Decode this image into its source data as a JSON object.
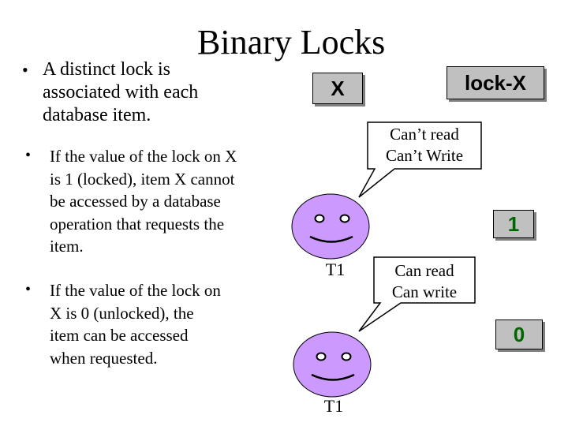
{
  "title": "Binary Locks",
  "bullets": {
    "main": [
      "A distinct lock is",
      "associated with each",
      "database item."
    ],
    "sub1": [
      "If the value of the lock on X",
      "is 1 (locked), item X cannot",
      "be accessed by a database",
      "operation that requests the",
      "item."
    ],
    "sub2": [
      "If the value of the lock on",
      "X is 0 (unlocked), the",
      "item can be accessed",
      "when requested."
    ]
  },
  "boxes": {
    "item": "X",
    "lock": "lock-X",
    "value_locked": "1",
    "value_unlocked": "0"
  },
  "speech": {
    "locked": [
      "Can’t read",
      "Can’t Write"
    ],
    "unlocked": [
      "Can read",
      "Can write"
    ]
  },
  "transactions": [
    "T1",
    "T1"
  ],
  "colors": {
    "face_fill": "#cc99ff",
    "box_fill": "#c0c0c0",
    "value_text": "#006600"
  }
}
